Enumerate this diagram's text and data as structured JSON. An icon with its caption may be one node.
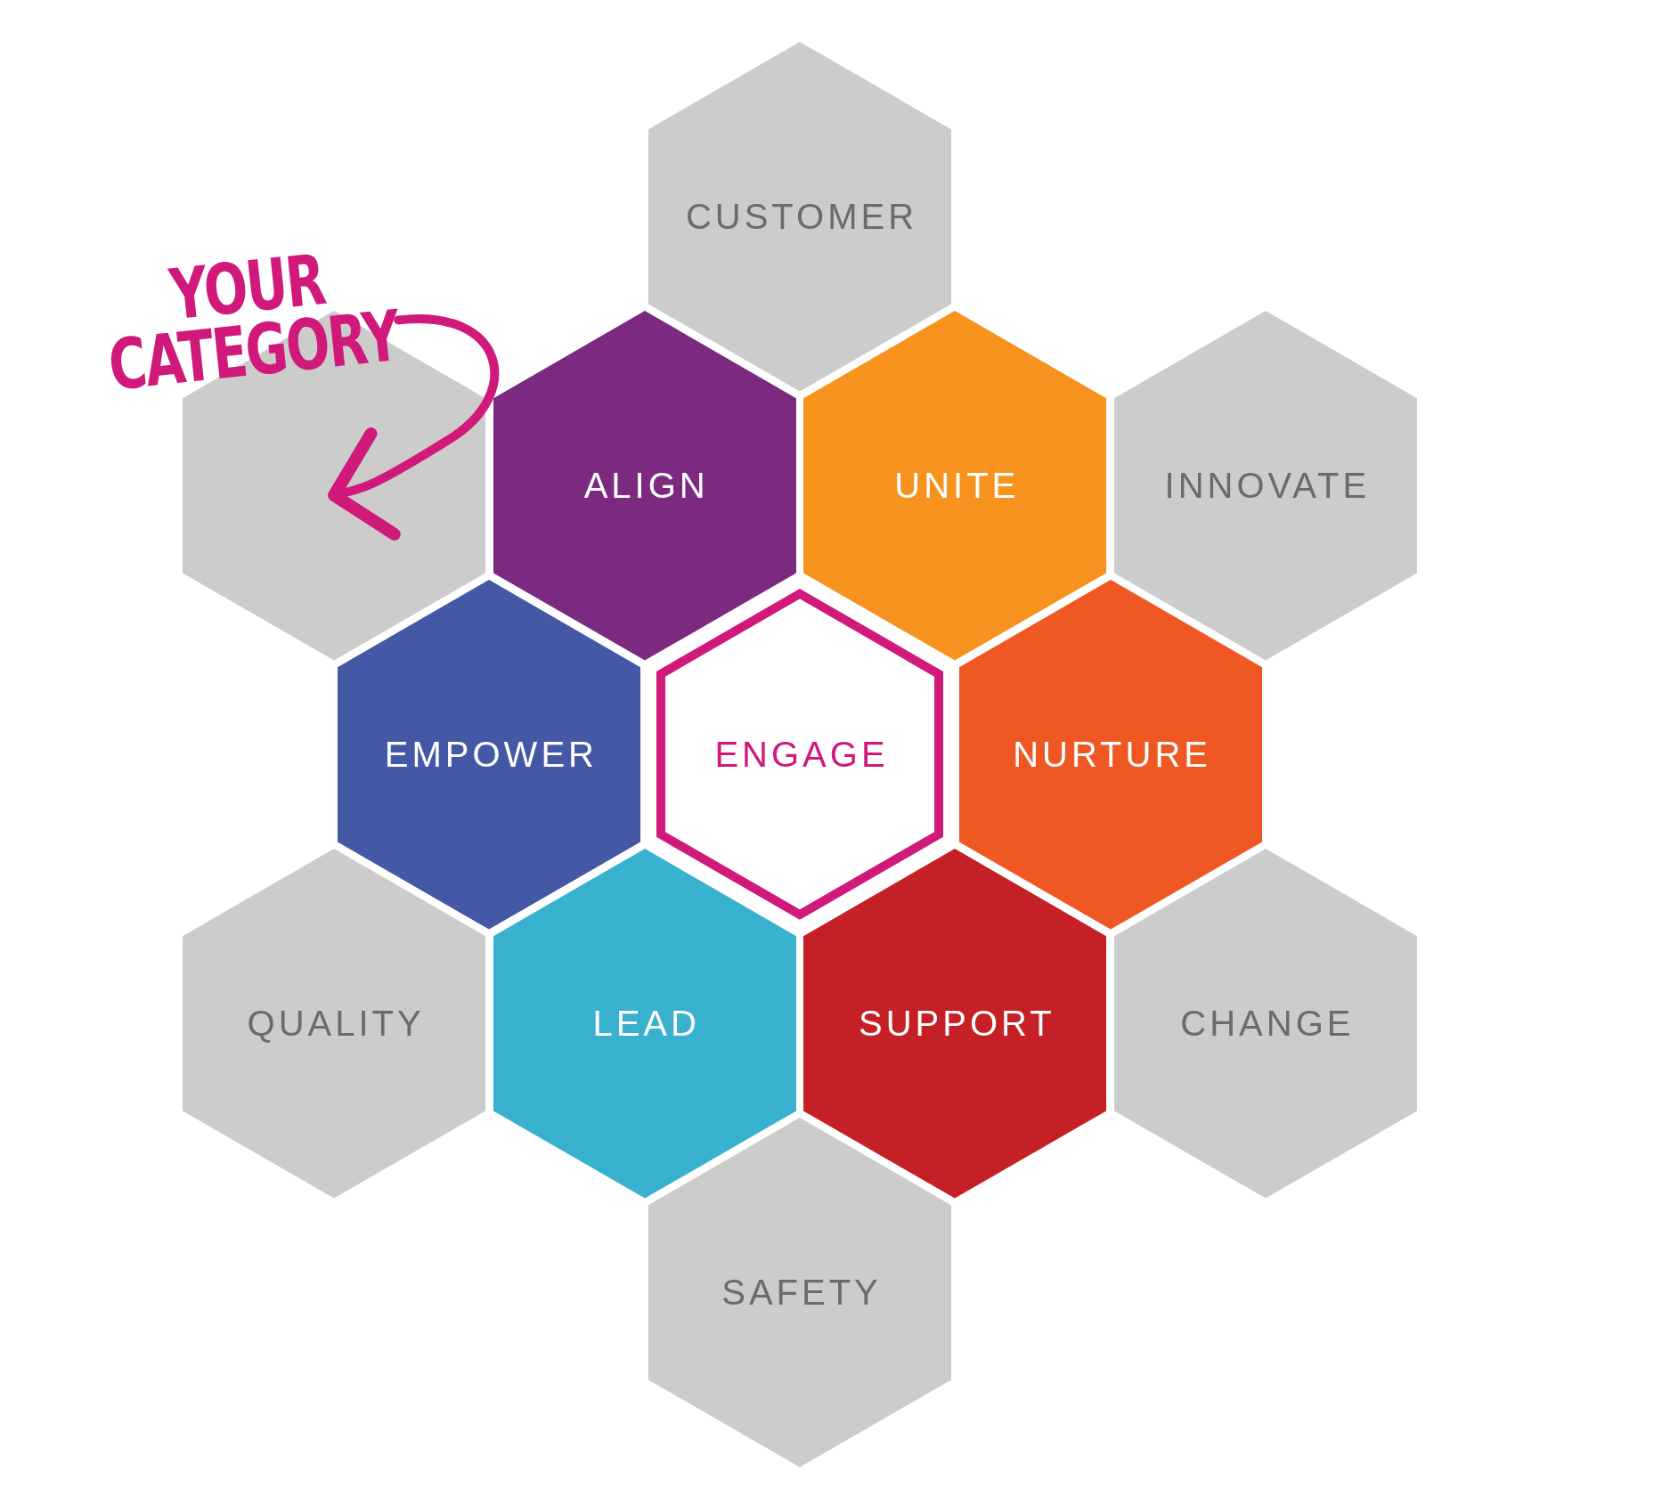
{
  "diagram": {
    "nodes": [
      {
        "text": [
          "CUSTOMER"
        ]
      },
      {
        "text": [
          "YOUR CATEGORY"
        ]
      },
      {
        "text": [],
        "shape": "hexagon"
      },
      {
        "text": [
          "ALIGN"
        ]
      },
      {
        "text": [
          "UNITE"
        ]
      },
      {
        "text": [
          "INNOVATE"
        ]
      },
      {
        "text": [
          "EMPOWER"
        ]
      },
      {
        "text": [
          "ENGAGE"
        ]
      },
      {
        "text": [
          "NURTURE"
        ]
      },
      {
        "text": [
          "QUALITY"
        ]
      },
      {
        "text": [
          "LEAD"
        ]
      },
      {
        "text": [
          "SUPPORT"
        ]
      },
      {
        "text": [
          "CHANGE"
        ]
      },
      {
        "text": [
          "SAFETY"
        ]
      }
    ],
    "edges": [
      {
        "from": 1,
        "to": 2,
        "arrow": "to"
      }
    ]
  }
}
